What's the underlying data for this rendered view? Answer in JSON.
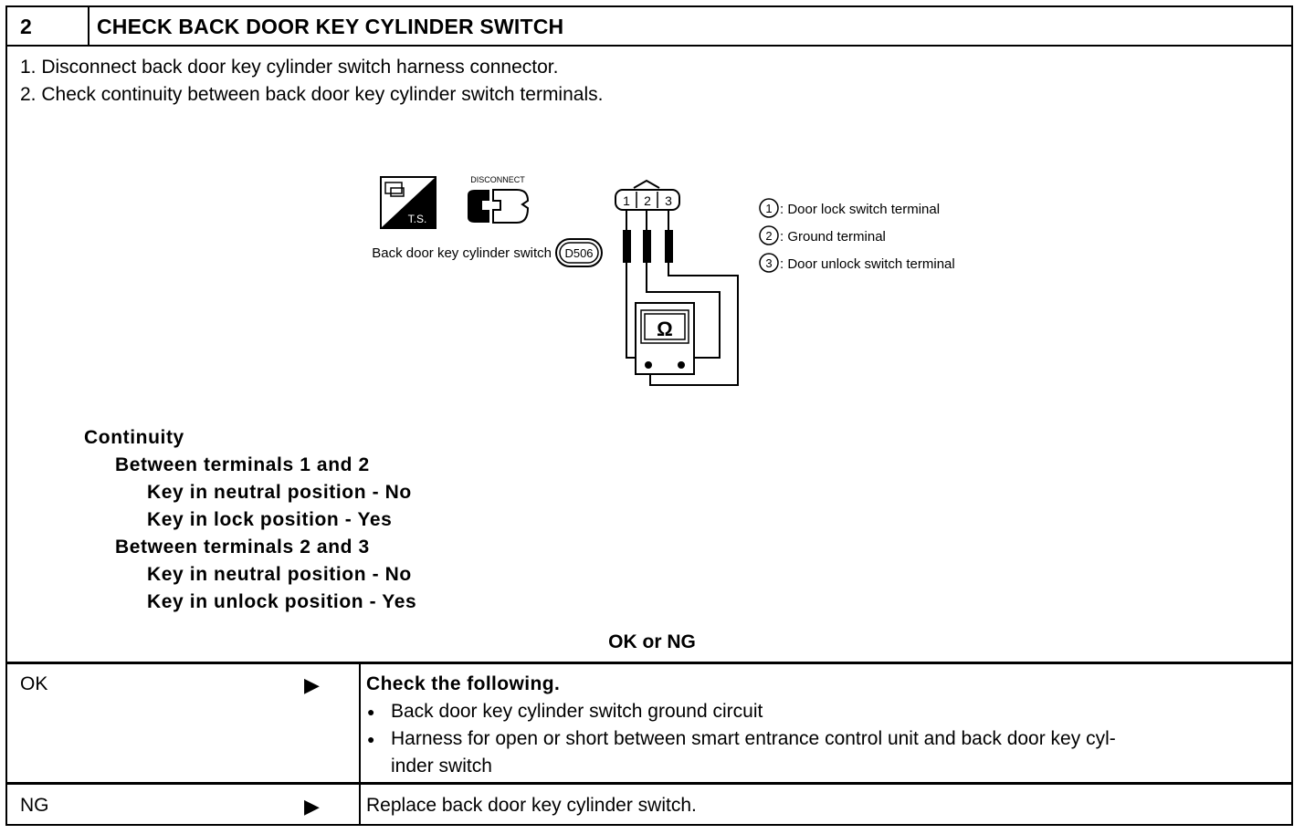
{
  "step": {
    "number": "2",
    "title": "CHECK BACK DOOR KEY CYLINDER SWITCH"
  },
  "instructions": [
    "1.  Disconnect back door key cylinder switch harness connector.",
    "2.  Check continuity between back door key cylinder switch terminals."
  ],
  "diagram": {
    "ts_label": "T.S.",
    "disconnect_label": "DISCONNECT",
    "switch_label": "Back door key cylinder switch",
    "connector_id": "D506",
    "terminal_numbers": [
      "1",
      "2",
      "3"
    ],
    "ohm_symbol": "Ω",
    "legend": [
      {
        "num": "1",
        "text": ": Door lock switch terminal"
      },
      {
        "num": "2",
        "text": ": Ground terminal"
      },
      {
        "num": "3",
        "text": ": Door unlock switch terminal"
      }
    ]
  },
  "spec": {
    "heading": "Continuity",
    "group1": "Between terminals 1 and 2",
    "g1_line1": "Key in neutral position - No",
    "g1_line2": "Key in lock position - Yes",
    "group2": "Between terminals 2 and 3",
    "g2_line1": "Key in neutral position - No",
    "g2_line2": "Key in unlock position - Yes"
  },
  "ok_or_ng": "OK or NG",
  "results": {
    "ok_label": "OK",
    "ok_heading": "Check the following.",
    "ok_items": [
      "Back door key cylinder switch ground circuit",
      "Harness for open or short between smart entrance control unit and back door key cyl-",
      "inder switch"
    ],
    "ng_label": "NG",
    "ng_action": "Replace back door key cylinder switch.",
    "arrow_glyph": "▶"
  }
}
